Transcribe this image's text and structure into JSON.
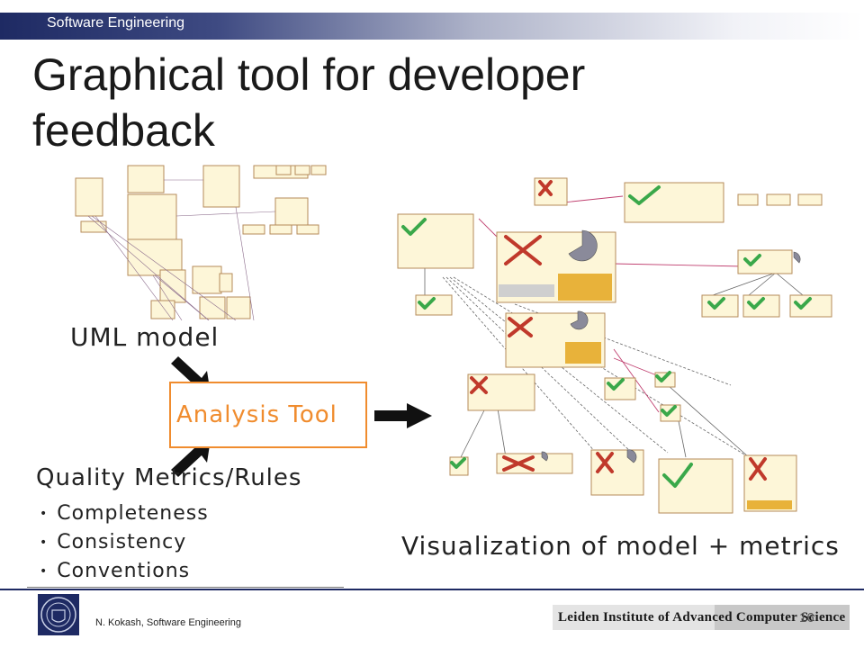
{
  "header": {
    "banner_text": "Software Engineering"
  },
  "slide": {
    "title_line1": "Graphical tool for developer",
    "title_line2": "feedback",
    "uml_label": "UML model",
    "tool_label": "Analysis Tool",
    "metrics_title": "Quality Metrics/Rules",
    "metrics": [
      "Completeness",
      "Consistency",
      "Conventions"
    ],
    "visualization_label": "Visualization of model + metrics"
  },
  "footer": {
    "author": "N. Kokash, Software Engineering",
    "institute": "Leiden Institute of Advanced Computer Science",
    "page": "16"
  },
  "colors": {
    "accent": "#f08c2e",
    "banner": "#1e2a63",
    "check": "#3aa84a",
    "cross": "#c0392b",
    "uml_fill": "#fdf6d8",
    "uml_border": "#b58b5a"
  }
}
